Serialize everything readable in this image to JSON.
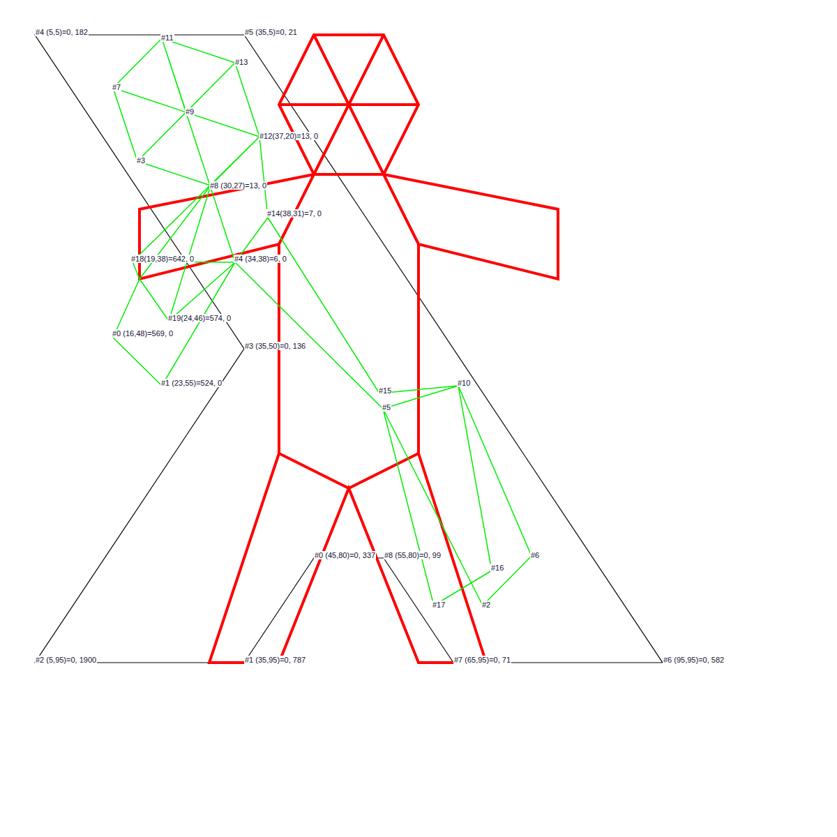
{
  "diagram": {
    "labels": [
      "#4 (5,5)=0, 182",
      "#5 (35,5)=0, 21",
      "#11",
      "#13",
      "#7",
      "#9",
      "#12(37,20)=13, 0",
      "#3",
      "#8 (30,27)=13, 0",
      "#14(38,31)=7, 0",
      "#18(19,38)=642, 0",
      "#4 (34,38)=6, 0",
      "#19(24,46)=574, 0",
      "#0 (16,48)=569, 0",
      "#3 (35,50)=0, 136",
      "#10",
      "#1 (23,55)=524, 0",
      "#15",
      "#5",
      "#0 (45,80)=0, 337",
      "#8 (55,80)=0, 99",
      "#6",
      "#16",
      "#17",
      "#2",
      "#2 (5,95)=0, 1900",
      "#1 (35,95)=0, 787",
      "#7 (65,95)=0, 71",
      "#6 (95,95)=0, 582"
    ]
  }
}
